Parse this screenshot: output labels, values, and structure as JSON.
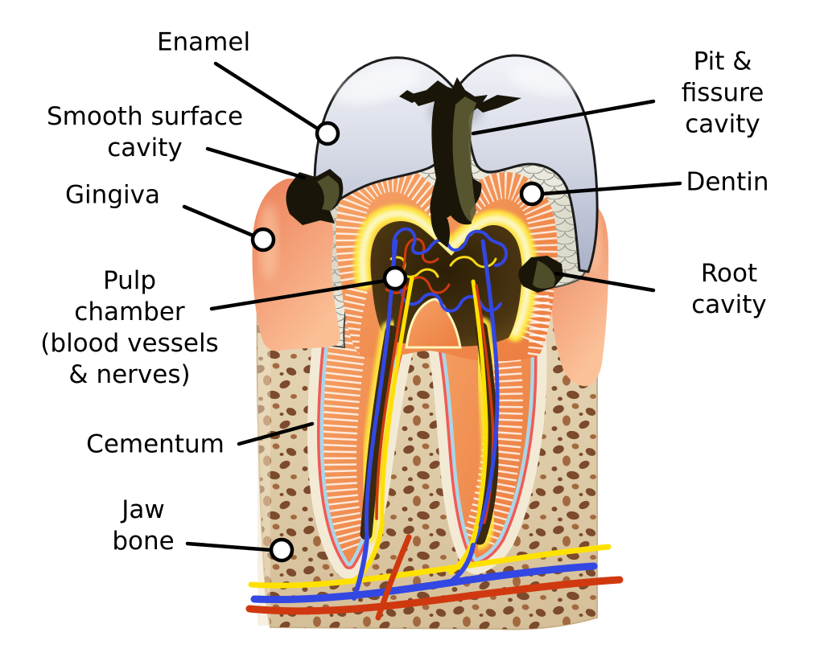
{
  "figure": {
    "kind": "tooth cross-section diagram with cavity types"
  },
  "labels": {
    "enamel": {
      "text": "Enamel"
    },
    "smooth_surface_cavity": {
      "text": "Smooth surface\ncavity"
    },
    "gingiva": {
      "text": "Gingiva"
    },
    "pulp_chamber": {
      "text": "Pulp\nchamber\n(blood vessels\n& nerves)"
    },
    "cementum": {
      "text": "Cementum"
    },
    "jaw_bone": {
      "text": "Jaw\nbone"
    },
    "pit_fissure_cavity": {
      "text": "Pit & fissure\ncavity"
    },
    "dentin": {
      "text": "Dentin"
    },
    "root_cavity": {
      "text": "Root cavity"
    }
  },
  "colors": {
    "background": "#ffffff",
    "label_text": "#000000",
    "leader_line": "#000000",
    "marker_fill": "#ffffff",
    "enamel_outline": "#1c1c1c",
    "enamel_light": "#f2f3f8",
    "enamel_mid": "#bcc1d4",
    "enamel_shadow": "#8b91a8",
    "scale_fill": "#ebe9dc",
    "scale_stroke": "#90918f",
    "dentin_orange": "#ee8446",
    "dentin_deep": "#f49c5e",
    "dentin_striation": "#ffffff",
    "yellow_glow": "#ffe93c",
    "pale_yellow": "#fcf6bc",
    "pulp_dark": "#3a2a0e",
    "pulp_mid": "#6b4e1a",
    "vessel_blue": "#3347e3",
    "vessel_red": "#d0390f",
    "vessel_yellow": "#f5d816",
    "nerve_yellow": "#ffe100",
    "gingiva_dark": "#ec7f58",
    "gingiva_light": "#fbbf96",
    "bone_base": "#ddc9a6",
    "bone_light": "#f3ead6",
    "bone_spot": "#7c4a2c",
    "bone_spot_light": "#a2693f",
    "cementum_red": "#f25a55",
    "ligament_blue": "#a9d6e8",
    "cavity_dark": "#191609",
    "cavity_olive": "#5d5c35",
    "artery_red": "#cc3608"
  }
}
